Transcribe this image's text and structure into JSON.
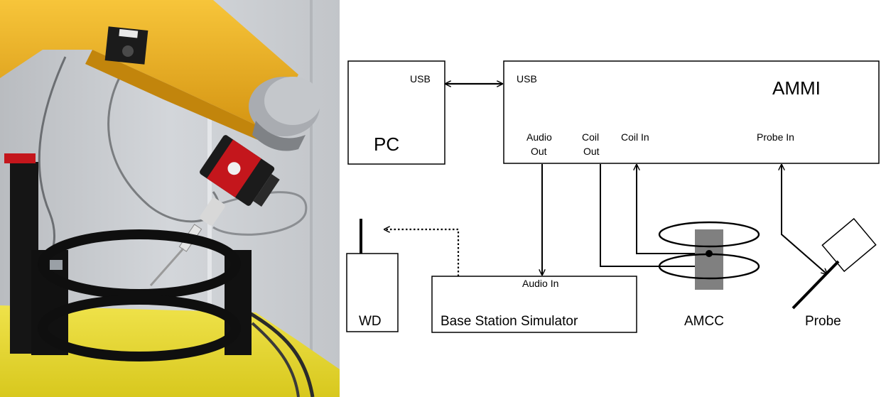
{
  "photo": {
    "subject": "yellow robot arm holding probe above black coil stand",
    "colors": {
      "arm": "#f2b51c",
      "arm_shadow": "#c88a0c",
      "wall": "#c9ccd0",
      "table": "#e8dc2a",
      "stand": "#151515",
      "red_device": "#c4161c",
      "metal": "#a9acb1"
    }
  },
  "diagram": {
    "pc": {
      "usb_label": "USB",
      "name": "PC"
    },
    "ammi": {
      "name": "AMMI",
      "usb_label": "USB",
      "audio_out": [
        "Audio",
        "Out"
      ],
      "coil_out": [
        "Coil",
        "Out"
      ],
      "coil_in": "Coil In",
      "probe_in": "Probe In"
    },
    "wd": {
      "name": "WD"
    },
    "base_station": {
      "input_label": "Audio In",
      "name": "Base Station Simulator"
    },
    "amcc": {
      "name": "AMCC"
    },
    "probe": {
      "name": "Probe"
    },
    "colors": {
      "line": "#000000",
      "amcc_core": "#808080",
      "probe_fill": "#ffffff"
    }
  }
}
